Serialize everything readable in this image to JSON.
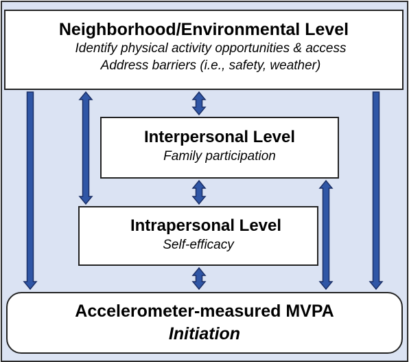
{
  "neighborhood": {
    "title": "Neighborhood/Environmental Level",
    "line1": "Identify physical activity opportunities & access",
    "line2": "Address barriers (i.e., safety, weather)"
  },
  "interpersonal": {
    "title": "Interpersonal Level",
    "subtitle": "Family participation"
  },
  "intrapersonal": {
    "title": "Intrapersonal Level",
    "subtitle": "Self-efficacy"
  },
  "outcome": {
    "title": "Accelerometer-measured MVPA",
    "subtitle": "Initiation"
  },
  "colors": {
    "background": "#dbe3f3",
    "arrow_fill": "#2f56a6",
    "arrow_stroke": "#1b2f66",
    "box_border": "#222222"
  },
  "arrows": [
    {
      "name": "arrow-neighborhood-to-outcome-left",
      "from": "Neighborhood/Environmental Level",
      "to": "Accelerometer-measured MVPA",
      "direction": "down"
    },
    {
      "name": "arrow-neighborhood-intrapersonal",
      "from": "Neighborhood/Environmental Level",
      "to": "Intrapersonal Level",
      "direction": "both"
    },
    {
      "name": "arrow-neighborhood-interpersonal",
      "from": "Neighborhood/Environmental Level",
      "to": "Interpersonal Level",
      "direction": "both"
    },
    {
      "name": "arrow-interpersonal-intrapersonal",
      "from": "Interpersonal Level",
      "to": "Intrapersonal Level",
      "direction": "both"
    },
    {
      "name": "arrow-intrapersonal-outcome",
      "from": "Intrapersonal Level",
      "to": "Accelerometer-measured MVPA",
      "direction": "both"
    },
    {
      "name": "arrow-interpersonal-outcome",
      "from": "Interpersonal Level",
      "to": "Accelerometer-measured MVPA",
      "direction": "both"
    },
    {
      "name": "arrow-neighborhood-to-outcome-right",
      "from": "Neighborhood/Environmental Level",
      "to": "Accelerometer-measured MVPA",
      "direction": "down"
    }
  ]
}
